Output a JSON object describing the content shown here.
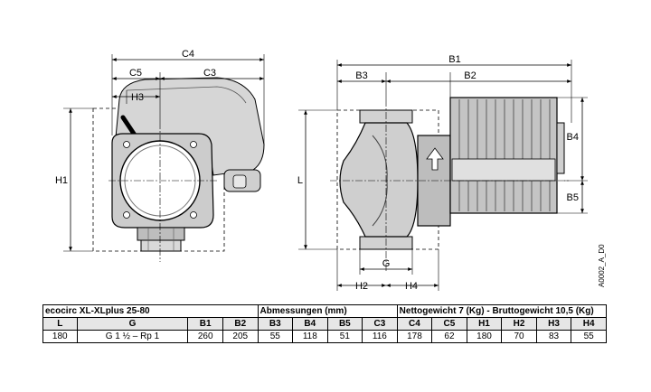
{
  "drawing_ref": "A0002_A_D0",
  "left_view": {
    "dimensions": {
      "c4": "C4",
      "c5": "C5",
      "c3": "C3",
      "h3": "H3",
      "h1": "H1"
    }
  },
  "right_view": {
    "dimensions": {
      "b1": "B1",
      "b3": "B3",
      "b2": "B2",
      "b4": "B4",
      "b5": "B5",
      "l": "L",
      "g": "G",
      "h2": "H2",
      "h4": "H4"
    }
  },
  "spec_table": {
    "model": "ecocirc XL-XLplus 25-80",
    "dimensions_label": "Abmessungen (mm)",
    "net_weight_label": "Nettogewicht",
    "net_weight_value": "7 (Kg)",
    "separator": " - ",
    "gross_weight_label": "Bruttogewicht",
    "gross_weight_value": "10,5 (Kg)",
    "headers": [
      "L",
      "G",
      "B1",
      "B2",
      "B3",
      "B4",
      "B5",
      "C3",
      "C4",
      "C5",
      "H1",
      "H2",
      "H3",
      "H4"
    ],
    "values": [
      "180",
      "G 1 ½ – Rp 1",
      "260",
      "205",
      "55",
      "118",
      "51",
      "116",
      "178",
      "62",
      "180",
      "70",
      "83",
      "55"
    ]
  }
}
